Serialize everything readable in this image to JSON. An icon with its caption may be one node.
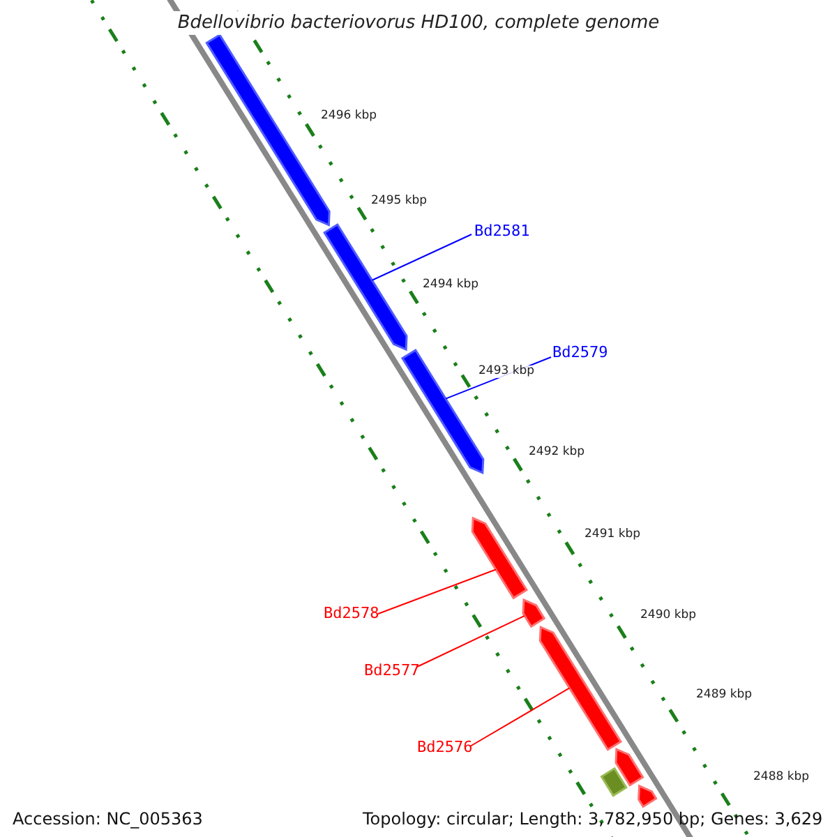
{
  "diagram": {
    "title": "Bdellovibrio bacteriovorus HD100, complete genome",
    "nodes": [
      {
        "text": [],
        "shape": "bar"
      },
      {
        "text": [
          "Bd2581"
        ]
      },
      {
        "text": [],
        "shape": "bar"
      },
      {
        "text": [
          "Bd2579"
        ]
      },
      {
        "text": [],
        "shape": "bar"
      },
      {
        "text": [],
        "shape": "bar"
      },
      {
        "text": [],
        "shape": "bar"
      },
      {
        "text": [
          "Bd2578"
        ]
      },
      {
        "text": [],
        "shape": "bar"
      },
      {
        "text": [
          "Bd2577"
        ]
      },
      {
        "text": [
          "Bd2576"
        ]
      },
      {
        "text": [],
        "shape": "bar"
      },
      {
        "text": [],
        "shape": "bar"
      },
      {
        "text": [],
        "shape": "bar"
      }
    ],
    "edges": [
      {
        "from": 1,
        "to": 2,
        "arrow": "none",
        "color": "#0000ff"
      },
      {
        "from": 3,
        "to": 4,
        "arrow": "none",
        "color": "#0000ff"
      },
      {
        "from": 7,
        "to": 5,
        "arrow": "none"
      },
      {
        "from": 9,
        "to": 6,
        "arrow": "none"
      },
      {
        "from": 10,
        "to": 8,
        "arrow": "none"
      }
    ],
    "labels": [
      "2496 kbp",
      "2495 kbp",
      "2494 kbp",
      "2493 kbp",
      "2492 kbp",
      "2491 kbp",
      "2490 kbp",
      "2489 kbp",
      "2488 kbp",
      "Accession: NC_005363",
      "Topology: circular; Length: 3,782,950 bp; Genes: 3,629"
    ]
  }
}
